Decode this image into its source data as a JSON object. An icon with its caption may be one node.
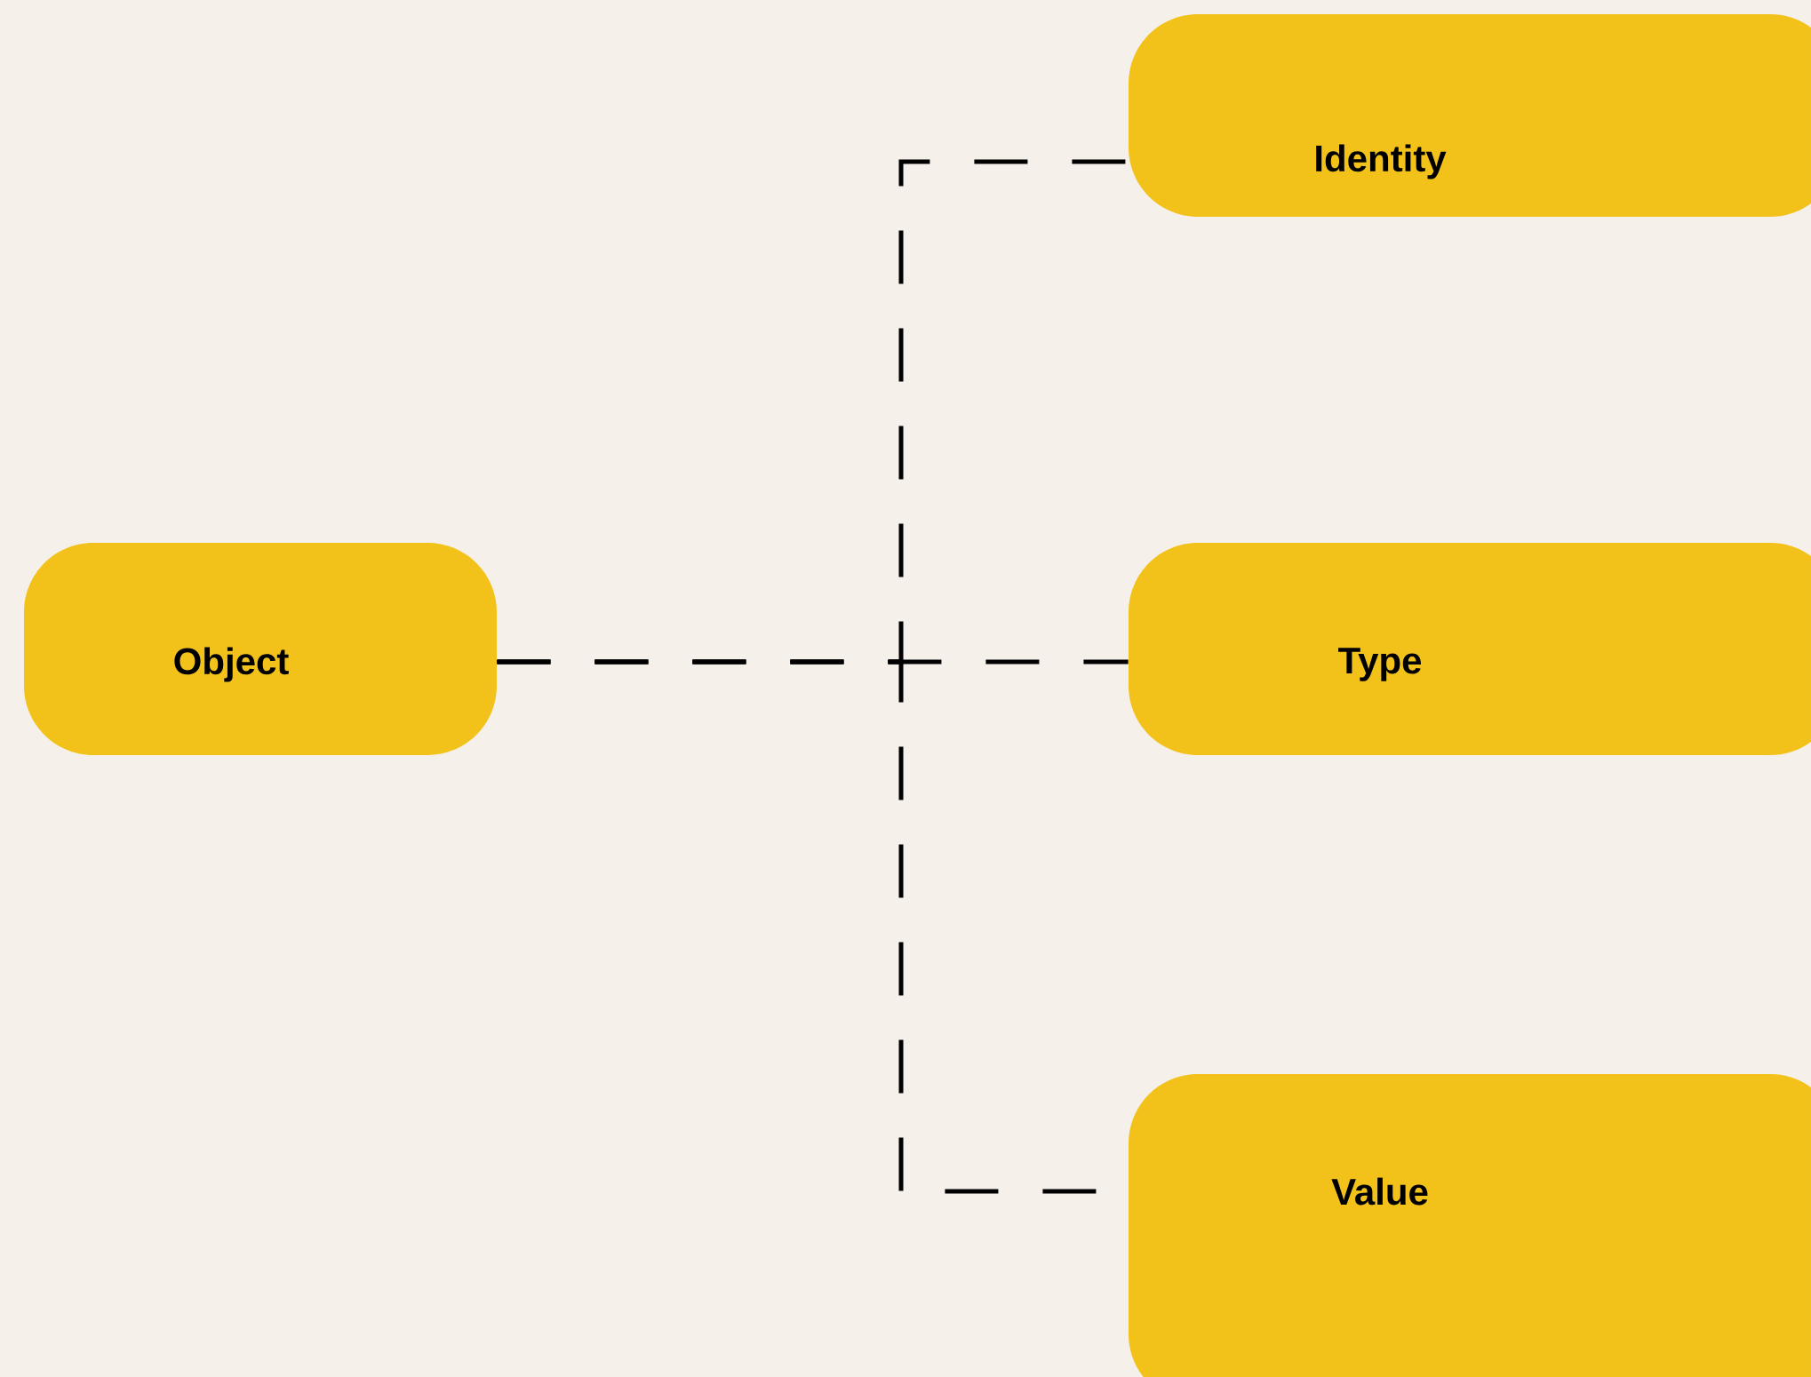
{
  "diagram": {
    "nodes": [
      {
        "text": [
          "Object"
        ]
      },
      {
        "text": [
          "Identity"
        ]
      },
      {
        "text": [
          "Type"
        ]
      },
      {
        "text": [
          "Value"
        ]
      }
    ],
    "edges": [
      {
        "from": 0,
        "to": 1,
        "arrow": "none",
        "style": "dashed"
      },
      {
        "from": 0,
        "to": 2,
        "arrow": "none",
        "style": "dashed"
      },
      {
        "from": 0,
        "to": 3,
        "arrow": "none",
        "style": "dashed"
      }
    ]
  }
}
